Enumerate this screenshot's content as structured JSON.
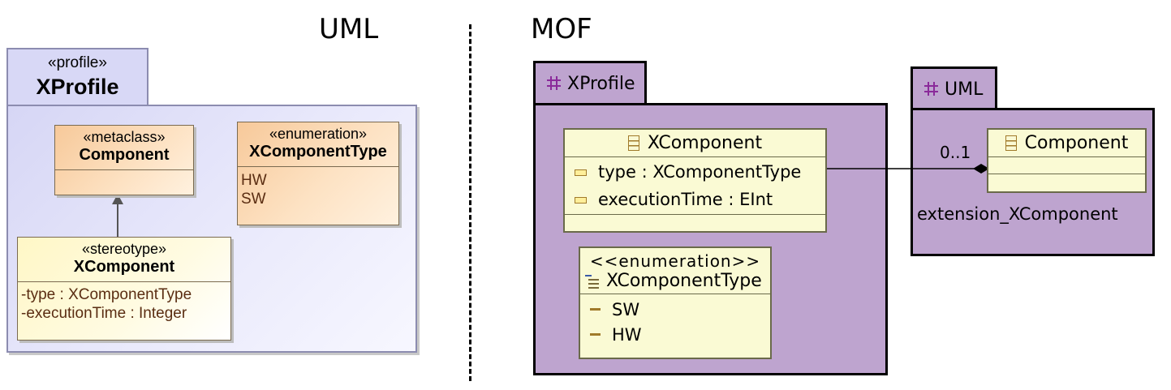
{
  "headings": {
    "left": "UML",
    "right": "MOF"
  },
  "uml": {
    "profile": {
      "stereotype": "«profile»",
      "name": "XProfile"
    },
    "metaclass": {
      "stereotype": "«metaclass»",
      "name": "Component"
    },
    "enumeration": {
      "stereotype": "«enumeration»",
      "name": "XComponentType",
      "literals": [
        "HW",
        "SW"
      ]
    },
    "stereotype_class": {
      "stereotype": "«stereotype»",
      "name": "XComponent",
      "attributes": [
        "-type : XComponentType",
        "-executionTime : Integer"
      ]
    }
  },
  "mof": {
    "xprofile_package": {
      "name": "XProfile"
    },
    "uml_package": {
      "name": "UML"
    },
    "xcomponent": {
      "name": "XComponent",
      "attributes": [
        "type : XComponentType",
        "executionTime : EInt"
      ]
    },
    "enumeration": {
      "stereotype": "<<enumeration>>",
      "name": "XComponentType",
      "literals": [
        "SW",
        "HW"
      ]
    },
    "component": {
      "name": "Component"
    },
    "association": {
      "multiplicity": "0..1",
      "role": "extension_XComponent"
    }
  },
  "colors": {
    "mof_package_fill": "#bea4cf",
    "mof_class_fill": "#fafad4",
    "uml_package_fill": "#d8d8f6",
    "uml_metaclass_fill": "#fde2c3",
    "uml_stereotype_fill": "#fffbe2"
  }
}
